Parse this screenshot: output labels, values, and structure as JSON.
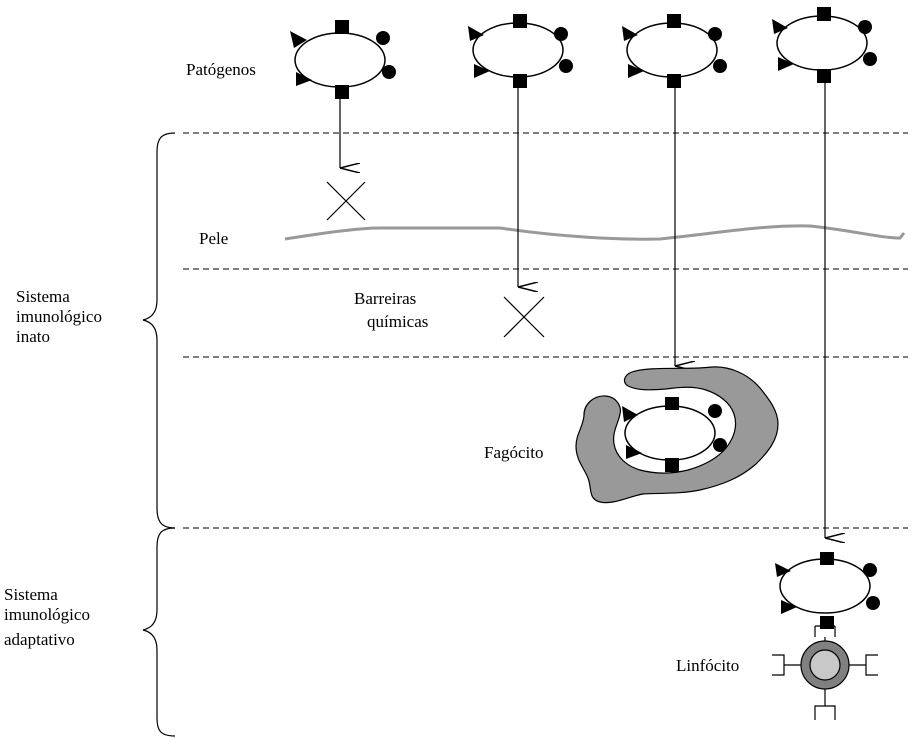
{
  "labels": {
    "pathogens": "Patógenos",
    "skin": "Pele",
    "chemical_barriers_1": "Barreiras",
    "chemical_barriers_2": "químicas",
    "phagocyte": "Fagócito",
    "lymphocyte": "Linfócito",
    "innate_1": "Sistema",
    "innate_2": "imunológico",
    "innate_3": "inato",
    "adaptive_1": "Sistema",
    "adaptive_2": "imunológico",
    "adaptive_3": "adaptativo"
  },
  "colors": {
    "skin_line": "#999999",
    "phagocyte_fill": "#999999",
    "lymphocyte_ring": "#808080",
    "lymphocyte_core": "#c8c8c8"
  }
}
